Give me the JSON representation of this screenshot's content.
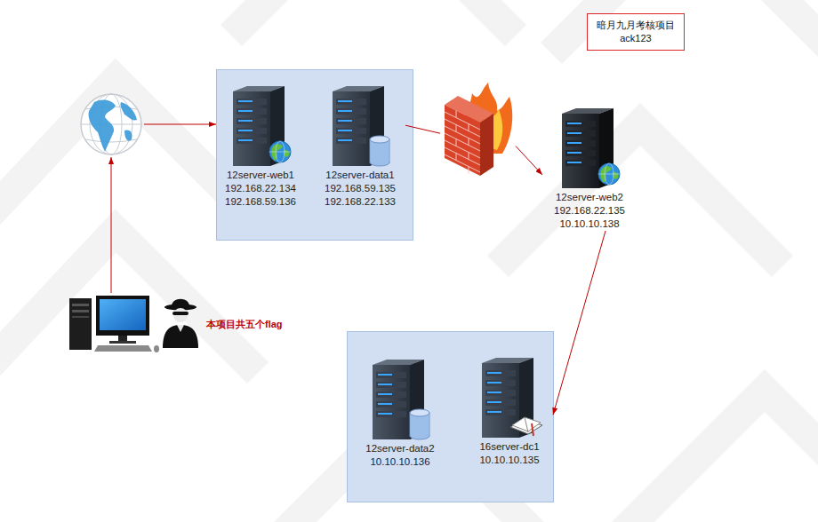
{
  "diagram": {
    "nodes": [
      {
        "text": [
          "暗月九月考核项目",
          "ack123"
        ]
      },
      {
        "text": []
      },
      {
        "text": []
      },
      {
        "text": [
          "12server-web1",
          "192.168.22.134",
          "192.168.59.136"
        ],
        "in": 2
      },
      {
        "text": [
          "12server-data1",
          "192.168.59.135",
          "192.168.22.133"
        ],
        "in": 2
      },
      {
        "text": []
      },
      {
        "text": [
          "12server-web2",
          "192.168.22.135",
          "10.10.10.138"
        ]
      },
      {
        "text": [
          "本项目共五个flag"
        ]
      },
      {
        "text": []
      },
      {
        "text": [
          "12server-data2",
          "10.10.10.136"
        ],
        "in": 8
      },
      {
        "text": [
          "16server-dc1",
          "10.10.10.135"
        ],
        "in": 8
      }
    ],
    "edges": [
      {
        "from": 7,
        "to": 1,
        "arrow": "to"
      },
      {
        "from": 1,
        "to": 2,
        "arrow": "to"
      },
      {
        "from": 4,
        "to": 5,
        "arrow": "none"
      },
      {
        "from": 5,
        "to": 6,
        "arrow": "to"
      },
      {
        "from": 6,
        "to": 10,
        "arrow": "to"
      }
    ]
  }
}
